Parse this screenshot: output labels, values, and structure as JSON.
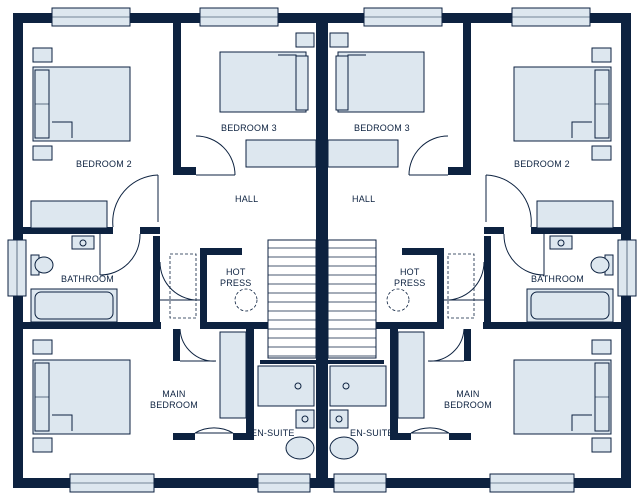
{
  "colors": {
    "wall": "#0d2240",
    "fixture_fill": "#dde7ef",
    "fixture_stroke": "#0d2240",
    "background": "#ffffff"
  },
  "rooms": {
    "bedroom2_left": "BEDROOM 2",
    "bedroom3_left": "BEDROOM 3",
    "bedroom3_right": "BEDROOM 3",
    "bedroom2_right": "BEDROOM 2",
    "hall_left": "HALL",
    "hall_right": "HALL",
    "bathroom_left": "BATHROOM",
    "bathroom_right": "BATHROOM",
    "hot_press_left": [
      "HOT",
      "PRESS"
    ],
    "hot_press_right": [
      "HOT",
      "PRESS"
    ],
    "main_bedroom_left": [
      "MAIN",
      "BEDROOM"
    ],
    "main_bedroom_right": [
      "MAIN",
      "BEDROOM"
    ],
    "ensuite_left": "EN-SUITE",
    "ensuite_right": "EN-SUITE"
  }
}
